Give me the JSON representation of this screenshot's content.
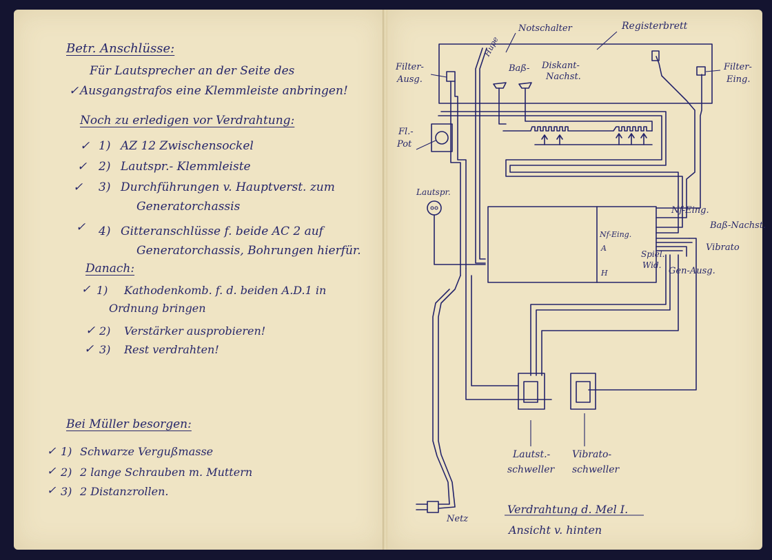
{
  "left_page": {
    "heading": "Betr. Anschlüsse:",
    "intro_line1": "Für Lautsprecher an der Seite des",
    "intro_check": "✓",
    "intro_line2": "Ausgangstrafos eine Klemmleiste anbringen!",
    "section1_title": "Noch zu erledigen vor Verdrahtung:",
    "section1_items": [
      {
        "check": "✓",
        "num": "1)",
        "text": "AZ 12 Zwischensockel"
      },
      {
        "check": "✓",
        "num": "2)",
        "text": "Lautspr.- Klemmleiste"
      },
      {
        "check": "✓",
        "num": "3)",
        "text": "Durchführungen v. Hauptverst. zum",
        "text2": "Generatorchassis"
      },
      {
        "check": "✓",
        "num": "4)",
        "text": "Gitteranschlüsse f. beide AC 2 auf",
        "text2": "Generatorchassis, Bohrungen hierfür."
      }
    ],
    "section2_title": "Danach:",
    "section2_items": [
      {
        "check": "✓",
        "num": "1)",
        "text": "Kathodenkomb. f. d. beiden A.D.1 in",
        "text2": "Ordnung bringen"
      },
      {
        "check": "✓",
        "num": "2)",
        "text": "Verstärker ausprobieren!"
      },
      {
        "check": "✓",
        "num": "3)",
        "text": "Rest verdrahten!"
      }
    ],
    "section3_title": "Bei Müller besorgen:",
    "section3_items": [
      {
        "check": "✓",
        "num": "1)",
        "text": "Schwarze Vergußmasse"
      },
      {
        "check": "✓",
        "num": "2)",
        "text": "2 lange Schrauben m. Muttern"
      },
      {
        "check": "✓",
        "num": "3)",
        "text": "2 Distanzrollen."
      }
    ]
  },
  "right_page": {
    "labels": {
      "notschalter": "Notschalter",
      "registerbrett": "Registerbrett",
      "filter_ausg_1": "Filter-",
      "filter_ausg_2": "Ausg.",
      "filter_eing_1": "Filter-",
      "filter_eing_2": "Eing.",
      "hupe": "Hupe",
      "bass": "Baß-",
      "diskant_1": "Diskant-",
      "diskant_2": "Nachst.",
      "fl_pot_1": "Fl.-",
      "fl_pot_2": "Pot",
      "lautspr": "Lautspr.",
      "nf_eing": "Nf-Eing.",
      "bass_nachst": "Baß-Nachst.",
      "vibrato": "Vibrato",
      "gen_ausg": "Gen-Ausg.",
      "chassis_nf_eing": "Nf-Eing.",
      "chassis_a": "A",
      "chassis_h": "H",
      "spiel_wid_1": "Spiel.",
      "spiel_wid_2": "Wid.",
      "lautst_schweller_1": "Lautst.-",
      "lautst_schweller_2": "schweller",
      "vibrato_schweller_1": "Vibrato-",
      "vibrato_schweller_2": "schweller",
      "netz": "Netz",
      "caption_1": "Verdrahtung d. Mel I.",
      "caption_2": "Ansicht v. hinten"
    }
  }
}
